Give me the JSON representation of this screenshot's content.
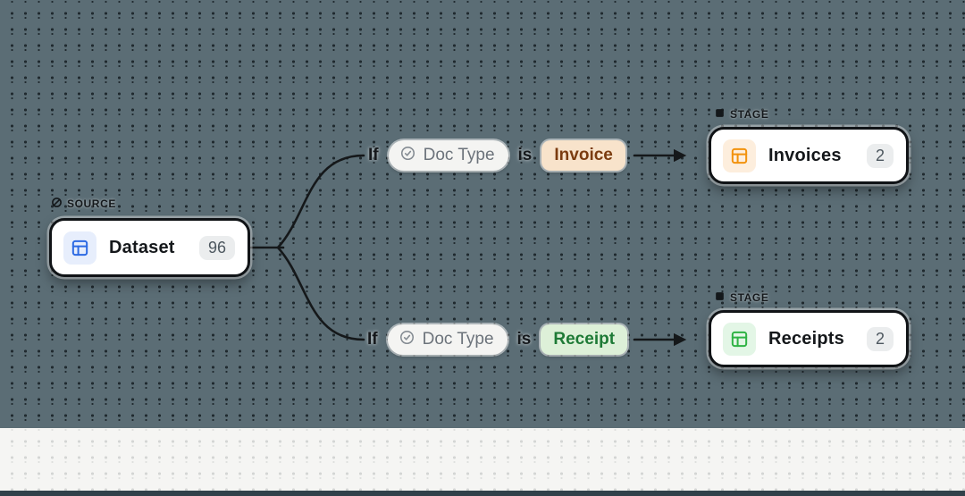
{
  "canvas": {
    "background": "#5b6d75",
    "dot_color": "#202a2f",
    "bottom_panel_bg": "#f5f5f3",
    "bottom_bar_color": "#31414a",
    "wire_color": "#15181a"
  },
  "source": {
    "badge_label": "SOURCE",
    "badge_icon": "circle-slash-icon",
    "node_icon": "table-icon",
    "title": "Dataset",
    "count": "96",
    "accent": "#2d6ae3",
    "icon_bg": "#e7eefc"
  },
  "conditions": [
    {
      "if_label": "If",
      "field_icon": "check-circle-icon",
      "field_label": "Doc Type",
      "operator_label": "is",
      "value": "Invoice",
      "value_color": "#7b3c10",
      "value_bg": "#f8e3cb"
    },
    {
      "if_label": "If",
      "field_icon": "check-circle-icon",
      "field_label": "Doc Type",
      "operator_label": "is",
      "value": "Receipt",
      "value_color": "#1e7a36",
      "value_bg": "#ddf0d8"
    }
  ],
  "stages": [
    {
      "badge_label": "STAGE",
      "badge_icon": "square-icon",
      "node_icon": "table-icon",
      "title": "Invoices",
      "count": "2",
      "accent": "#f2920c",
      "icon_bg": "#fdeedd"
    },
    {
      "badge_label": "STAGE",
      "badge_icon": "square-icon",
      "node_icon": "table-icon",
      "title": "Receipts",
      "count": "2",
      "accent": "#2fb344",
      "icon_bg": "#e3f6e6"
    }
  ]
}
